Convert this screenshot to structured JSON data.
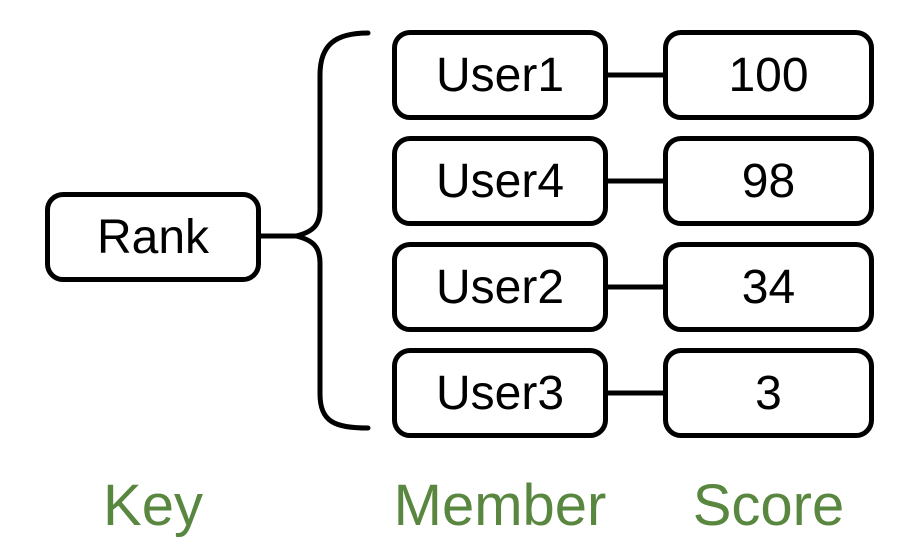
{
  "diagram": {
    "title_hint": "sorted-set key member score diagram",
    "key": {
      "label": "Rank"
    },
    "rows": [
      {
        "member": "User1",
        "score": "100"
      },
      {
        "member": "User4",
        "score": "98"
      },
      {
        "member": "User2",
        "score": "34"
      },
      {
        "member": "User3",
        "score": "3"
      }
    ],
    "column_labels": {
      "key": "Key",
      "member": "Member",
      "score": "Score"
    },
    "colors": {
      "line_black": "#000000",
      "label_green": "#598740",
      "background": "#ffffff"
    }
  }
}
